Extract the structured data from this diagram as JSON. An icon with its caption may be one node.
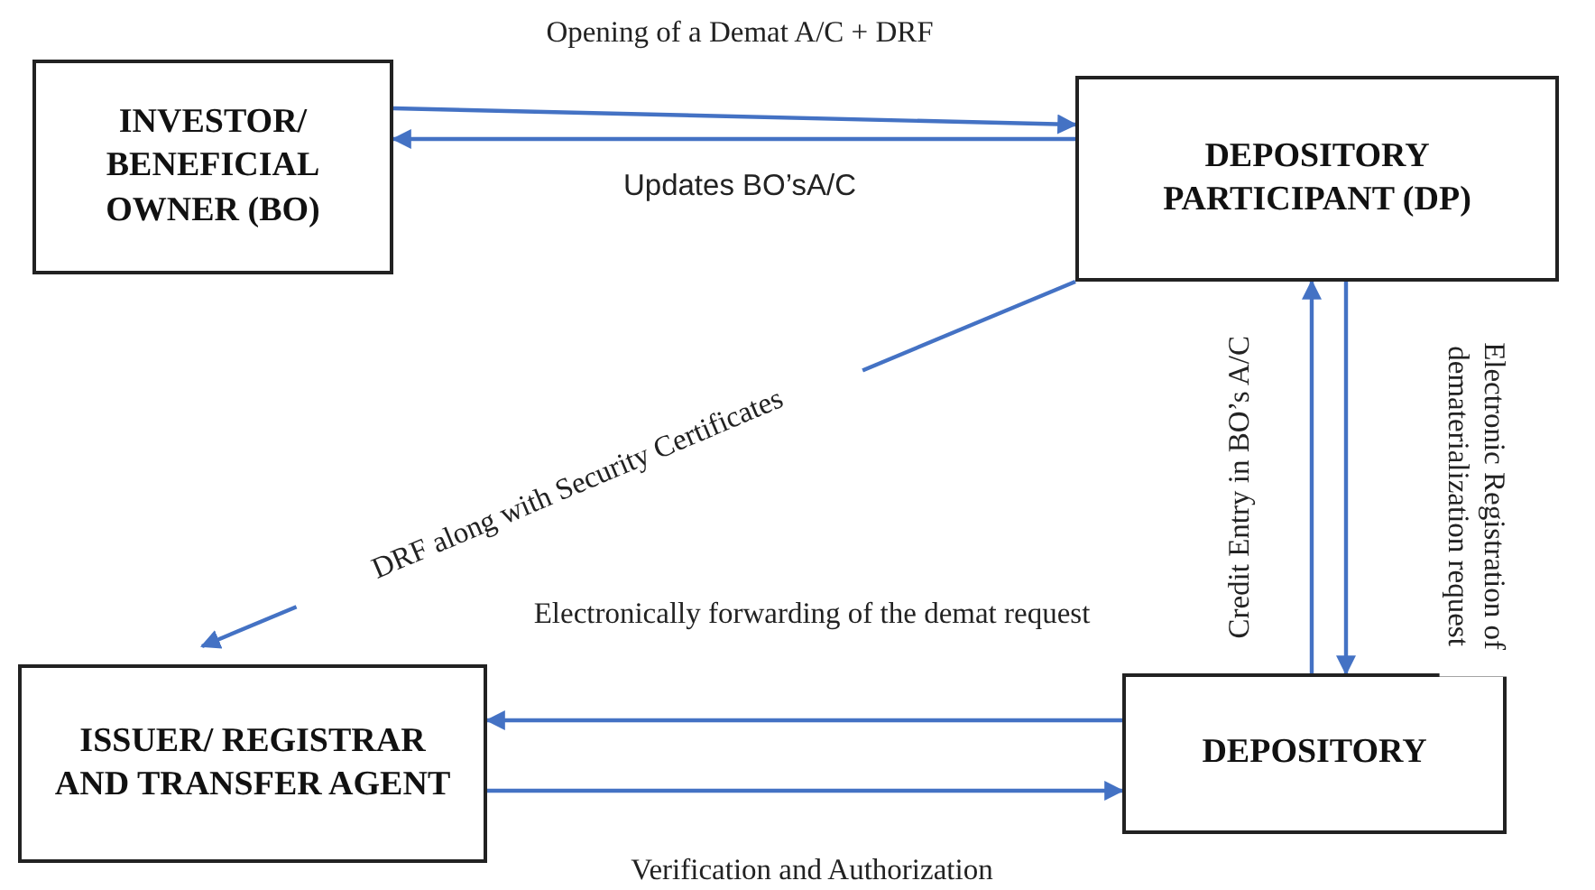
{
  "diagram": {
    "nodes": [
      {
        "text": [
          "INVESTOR/ BENEFICIAL OWNER (BO)"
        ]
      },
      {
        "text": [
          "DEPOSITORY PARTICIPANT (DP)"
        ]
      },
      {
        "text": [
          "ISSUER/ REGISTRAR AND TRANSFER AGENT"
        ]
      },
      {
        "text": [
          "DEPOSITORY"
        ]
      }
    ],
    "edges": [
      {
        "from": 0,
        "to": 1,
        "arrow": "to",
        "label": "Opening of a Demat A/C + DRF"
      },
      {
        "from": 1,
        "to": 0,
        "arrow": "to",
        "label": "Updates BO’sA/C"
      },
      {
        "from": 1,
        "to": 2,
        "arrow": "to",
        "label": "DRF along with Security Certificates"
      },
      {
        "from": 3,
        "to": 1,
        "arrow": "to",
        "label": "Credit Entry in BO’s A/C"
      },
      {
        "from": 1,
        "to": 3,
        "arrow": "to",
        "label": "Electronic Registration of dematerialization request"
      },
      {
        "from": 3,
        "to": 2,
        "arrow": "to",
        "label": "Electronically forwarding of the demat request"
      },
      {
        "from": 2,
        "to": 3,
        "arrow": "to",
        "label": "Verification and Authorization"
      }
    ]
  }
}
